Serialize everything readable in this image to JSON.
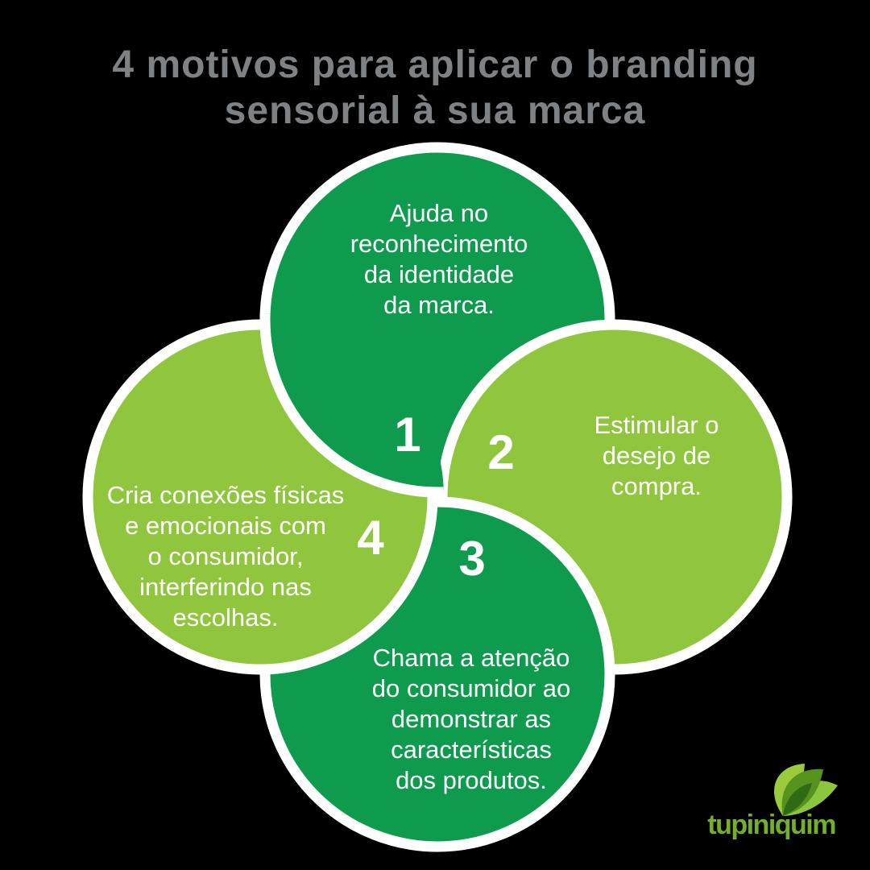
{
  "colors": {
    "background": "#000000",
    "dark_green": "#0E9B4D",
    "light_green": "#90C63E",
    "stroke_white": "#FFFFFF",
    "text_white": "#FFFFFF",
    "title_gray": "#7F8285",
    "logo_green": "#74AF28"
  },
  "title": {
    "line1": "4 motivos para aplicar o branding",
    "line2": "sensorial à sua marca"
  },
  "circles": [
    {
      "number": "1",
      "color": "#0E9B4D",
      "lines": [
        "Ajuda no",
        "reconhecimento",
        "da identidade",
        "da marca."
      ]
    },
    {
      "number": "2",
      "color": "#90C63E",
      "lines": [
        "Estimular o",
        "desejo de",
        "compra."
      ]
    },
    {
      "number": "3",
      "color": "#0E9B4D",
      "lines": [
        "Chama a atenção",
        "do consumidor ao",
        "demonstrar as",
        "características",
        "dos produtos."
      ]
    },
    {
      "number": "4",
      "color": "#90C63E",
      "lines": [
        "Cria conexões físicas",
        "e emocionais com",
        "o consumidor,",
        "interferindo nas",
        "escolhas."
      ]
    }
  ],
  "logo": {
    "text": "tupiniquim",
    "icon": "leaf-cluster-icon"
  }
}
